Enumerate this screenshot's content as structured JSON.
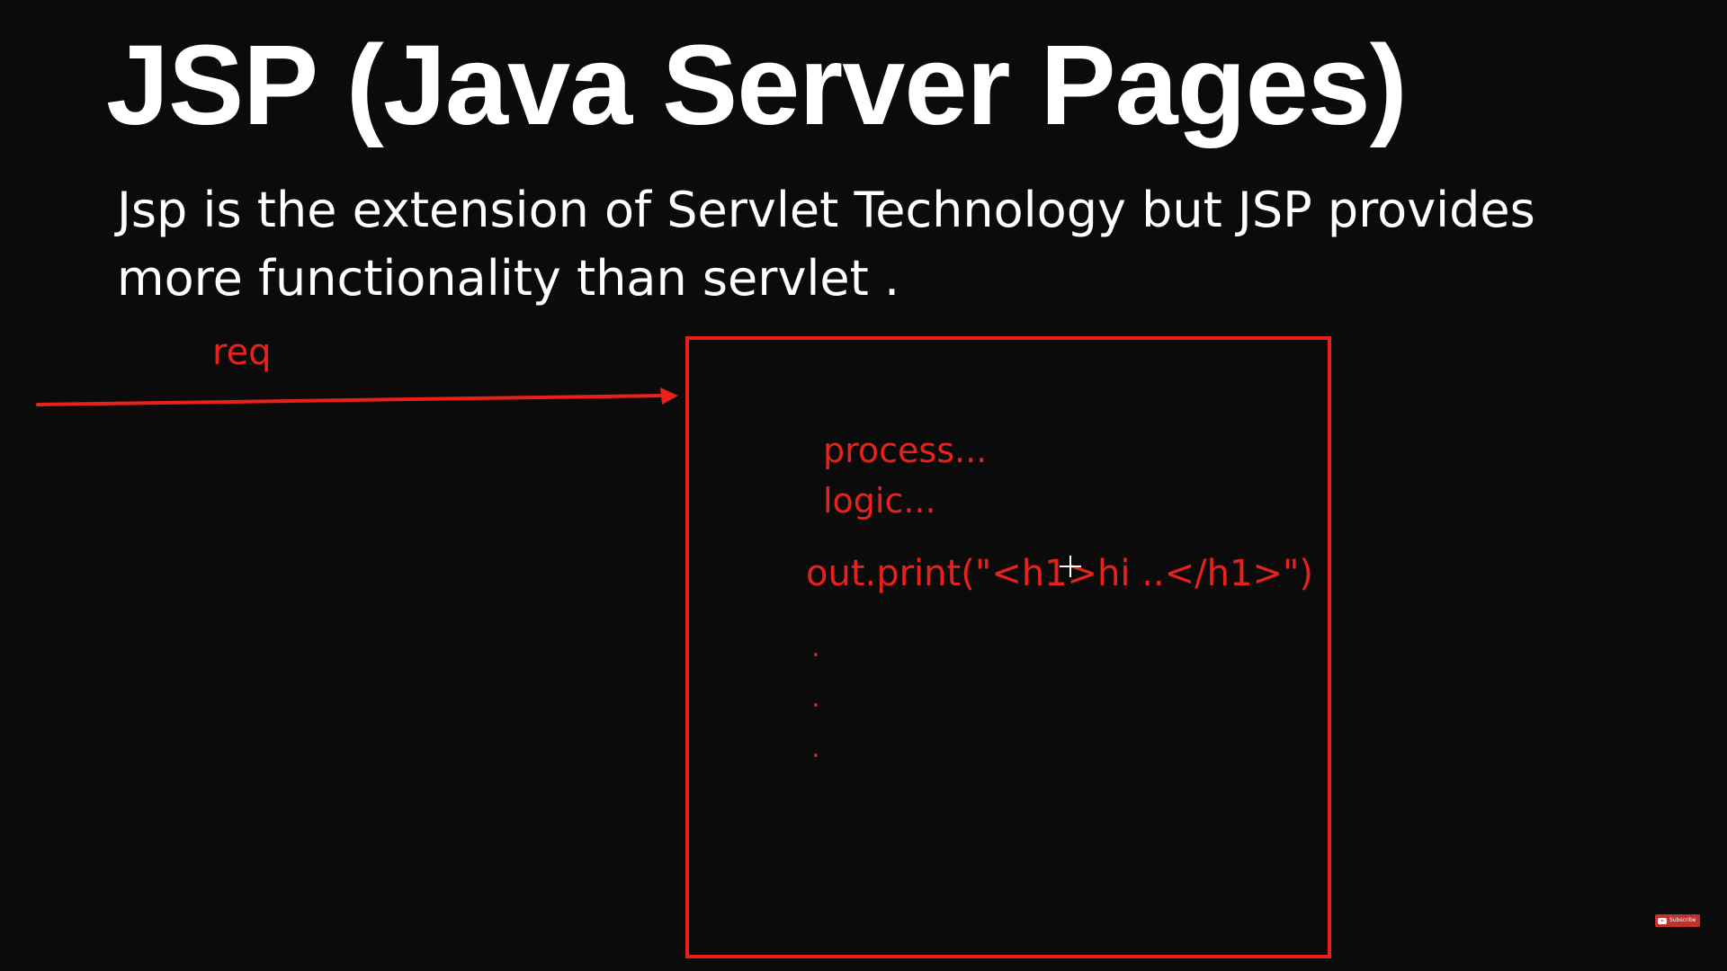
{
  "slide": {
    "title": "JSP (Java Server Pages)",
    "body": "Jsp is the extension of Servlet Technology  but JSP provides more functionality than servlet ."
  },
  "diagram": {
    "arrow_label": "req",
    "box_lines": {
      "process": "process...",
      "logic": "logic...",
      "print": "out.print(\"<h1>hi ..</h1>\")",
      "dots": [
        ".",
        ".",
        "."
      ]
    },
    "annotation_color": "#e8221b"
  },
  "overlay": {
    "subscribe_label": "Subscribe",
    "cursor_icon": "crosshair-cursor-icon"
  }
}
